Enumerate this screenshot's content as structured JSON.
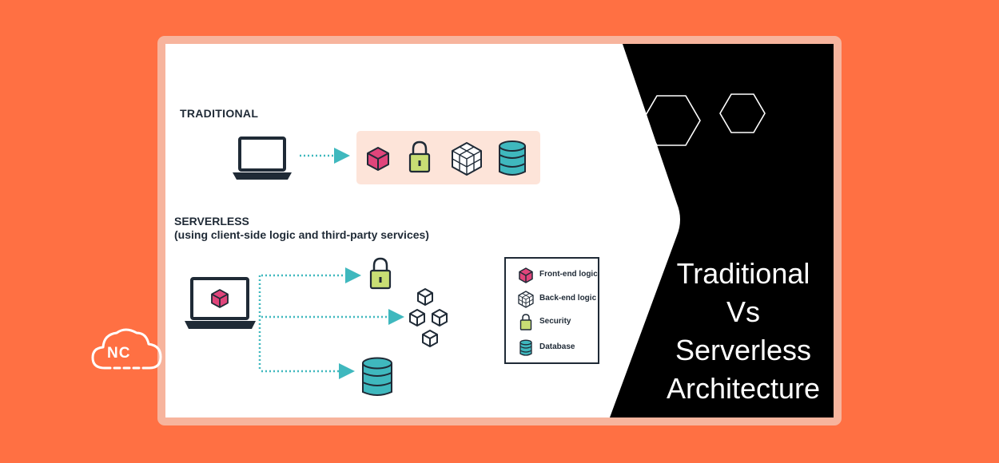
{
  "diagram": {
    "traditional_label": "TRADITIONAL",
    "serverless_label": "SERVERLESS",
    "serverless_sublabel": "(using client-side logic and third-party services)",
    "legend": {
      "items": [
        {
          "icon": "front-end-cube-icon",
          "label": "Front-end logic"
        },
        {
          "icon": "back-end-cubes-icon",
          "label": "Back-end logic"
        },
        {
          "icon": "padlock-icon",
          "label": "Security"
        },
        {
          "icon": "database-icon",
          "label": "Database"
        }
      ]
    },
    "colors": {
      "pink": "#e0457b",
      "lime": "#c8de74",
      "teal": "#3fb8be",
      "navy": "#1f2a36",
      "orange": "#ff7043",
      "peach_box": "#fde4d9"
    }
  },
  "title": {
    "line1": "Traditional",
    "line2": "Vs",
    "line3": "Serverless",
    "line4": "Architecture"
  },
  "logo": {
    "text": "NC"
  }
}
